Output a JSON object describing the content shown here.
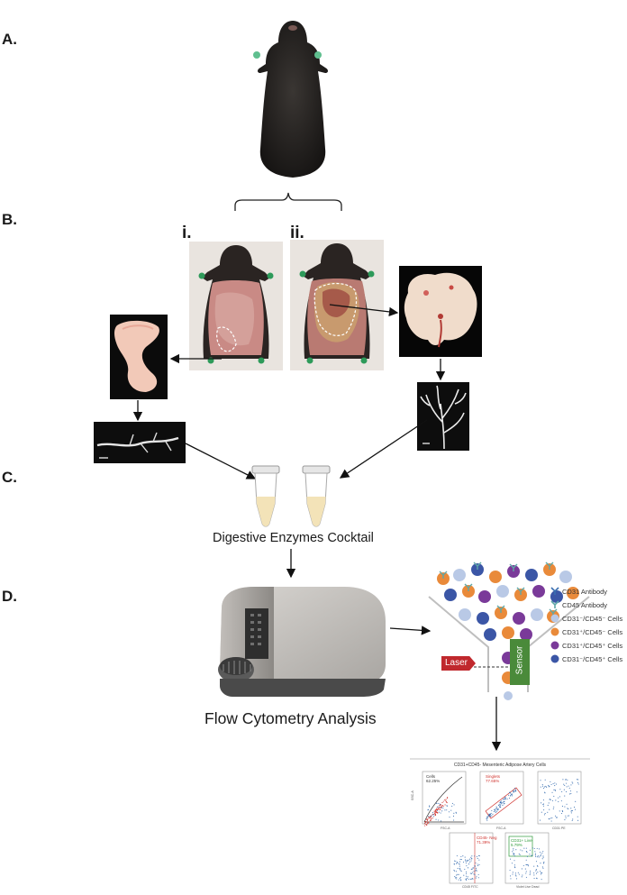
{
  "panels": {
    "a": "A.",
    "b": "B.",
    "c": "C.",
    "d": "D."
  },
  "sublabels": {
    "i": "i.",
    "ii": "ii."
  },
  "captions": {
    "digestion": "Digestive Enzymes Cocktail",
    "flow": "Flow Cytometry Analysis",
    "laser": "Laser",
    "sensor": "Sensor"
  },
  "legend": [
    {
      "label": "CD31 Antibody",
      "color": "#3a6fb0"
    },
    {
      "label": "CD45 Antibody",
      "color": "#5fa7a7"
    },
    {
      "label": "CD31⁻/CD45⁻ Cells",
      "color": "#b9c9e6"
    },
    {
      "label": "CD31⁺/CD45⁻ Cells",
      "color": "#e98a3a"
    },
    {
      "label": "CD31⁺/CD45⁺ Cells",
      "color": "#7a3a99"
    },
    {
      "label": "CD31⁻/CD45⁺ Cells",
      "color": "#3b56a6"
    }
  ],
  "plots": {
    "title": "CD31+CD45- Mesenteric Adipose Artery Cells",
    "gate1": "Cells",
    "gate1_value": "62.25%",
    "gate2": "Singlets",
    "gate2_value": "77.65%",
    "gate3": "CD45- Neg",
    "gate3_value": "71.39%",
    "gate4": "CD31+ Live",
    "gate4_value": "5.79%",
    "axis_ssc": "SSC-A",
    "axis_fsc": "FSC-A",
    "axis_cd31": "CD31 PE",
    "axis_cd45": "CD45 FITC",
    "axis_live": "Violet Live Dead"
  },
  "colors": {
    "arrow": "#111111",
    "tube_fill": "#f3e3b8",
    "laser": "#c0282d",
    "sensor": "#4a8a3a"
  }
}
